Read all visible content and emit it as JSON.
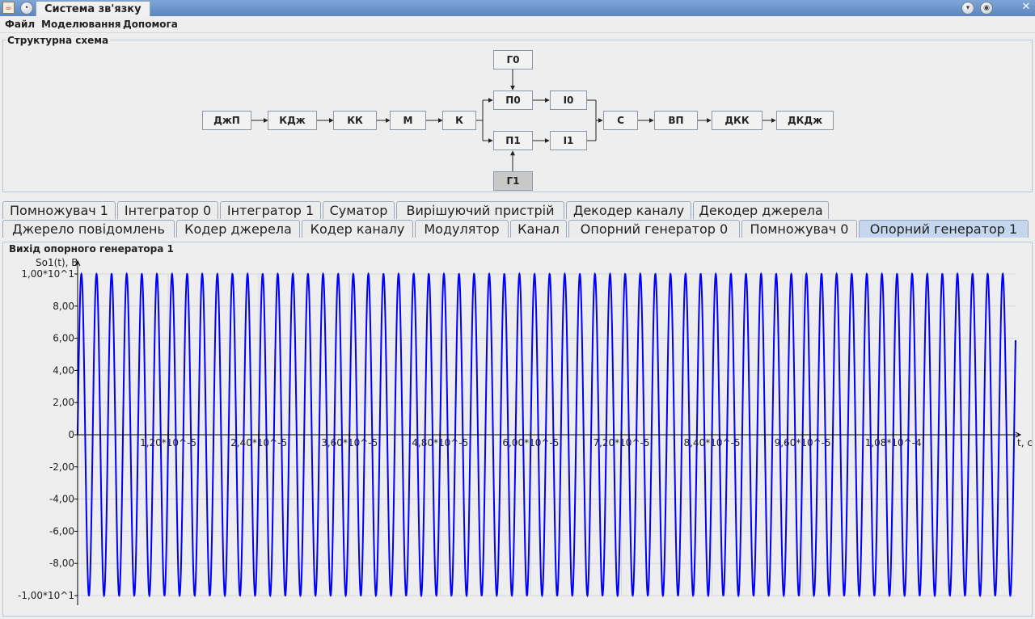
{
  "window": {
    "title": "Система зв'язку",
    "icon": "java-cup-icon",
    "controls": [
      "minimize-icon",
      "maximize-icon",
      "close-icon"
    ]
  },
  "menu": [
    "Файл",
    "Моделювання",
    "Допомога"
  ],
  "structure": {
    "title": "Структурна схема",
    "blocks": {
      "djp": "ДжП",
      "kdj": "КДж",
      "kk": "КК",
      "m": "М",
      "k": "К",
      "g0": "Г0",
      "p0": "П0",
      "i0": "І0",
      "p1": "П1",
      "i1": "І1",
      "g1": "Г1",
      "s": "С",
      "vp": "ВП",
      "dkk": "ДКК",
      "dkdj": "ДКДж"
    },
    "selected_block": "g1"
  },
  "tabs_row1": [
    "Помножувач 1",
    "Інтегратор 0",
    "Інтегратор 1",
    "Суматор",
    "Вирішуючий пристрій",
    "Декодер каналу",
    "Декодер джерела"
  ],
  "tabs_row2": [
    "Джерело повідомлень",
    "Кодер джерела",
    "Кодер каналу",
    "Модулятор",
    "Канал",
    "Опорний генератор 0",
    "Помножувач 0",
    "Опорний генератор 1"
  ],
  "active_tab": "Опорний генератор 1",
  "chart_panel": {
    "title": "Вихід опорного генератора 1"
  },
  "chart_data": {
    "type": "line",
    "title": "",
    "xlabel": "t, c",
    "ylabel": "So1(t), B",
    "ylim": [
      -10,
      10
    ],
    "xlim": [
      0,
      0.0001242
    ],
    "y_ticks": [
      {
        "value": 10,
        "label": "1,00*10^1"
      },
      {
        "value": 8,
        "label": "8,00"
      },
      {
        "value": 6,
        "label": "6,00"
      },
      {
        "value": 4,
        "label": "4,00"
      },
      {
        "value": 2,
        "label": "2,00"
      },
      {
        "value": 0,
        "label": "0"
      },
      {
        "value": -2,
        "label": "-2,00"
      },
      {
        "value": -4,
        "label": "-4,00"
      },
      {
        "value": -6,
        "label": "-6,00"
      },
      {
        "value": -8,
        "label": "-8,00"
      },
      {
        "value": -10,
        "label": "-1,00*10^1"
      }
    ],
    "x_ticks": [
      {
        "value": 1.2e-05,
        "label": "1,20*10^-5"
      },
      {
        "value": 2.4e-05,
        "label": "2,40*10^-5"
      },
      {
        "value": 3.6e-05,
        "label": "3,60*10^-5"
      },
      {
        "value": 4.8e-05,
        "label": "4,80*10^-5"
      },
      {
        "value": 6e-05,
        "label": "6,00*10^-5"
      },
      {
        "value": 7.2e-05,
        "label": "7,20*10^-5"
      },
      {
        "value": 8.4e-05,
        "label": "8,40*10^-5"
      },
      {
        "value": 9.6e-05,
        "label": "9,60*10^-5"
      },
      {
        "value": 0.000108,
        "label": "1,08*10^-4"
      }
    ],
    "series": [
      {
        "amplitude": 10,
        "frequency_hz": 500000,
        "phase_rad": 0,
        "color": "#0000ff"
      }
    ],
    "grid": true,
    "legend": "none"
  }
}
